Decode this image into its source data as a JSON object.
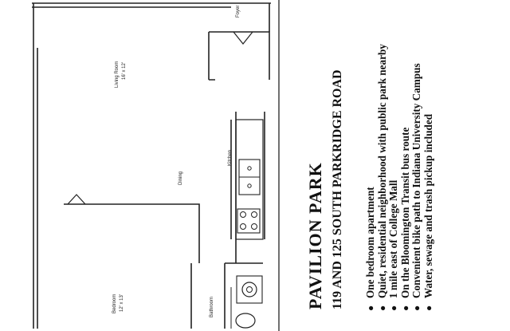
{
  "property": {
    "name": "PAVILION PARK",
    "address": "119 AND 125 SOUTH PARKRIDGE ROAD"
  },
  "features": [
    "One bedroom apartment",
    "Quiet, residential neighborhood with public park nearby",
    "1 mile east of College Mall",
    "On the Bloomington Transit bus route",
    "Convenient bike path to Indiana University Campus",
    "Water, sewage and trash pickup included"
  ],
  "floorplan": {
    "rooms": [
      {
        "name": "Living Room",
        "size": "16' x 12'"
      },
      {
        "name": "Dining"
      },
      {
        "name": "Kitchen"
      },
      {
        "name": "Bedroom",
        "size": "12' x 13'"
      },
      {
        "name": "Bathroom"
      },
      {
        "name": "Foyer"
      }
    ]
  }
}
